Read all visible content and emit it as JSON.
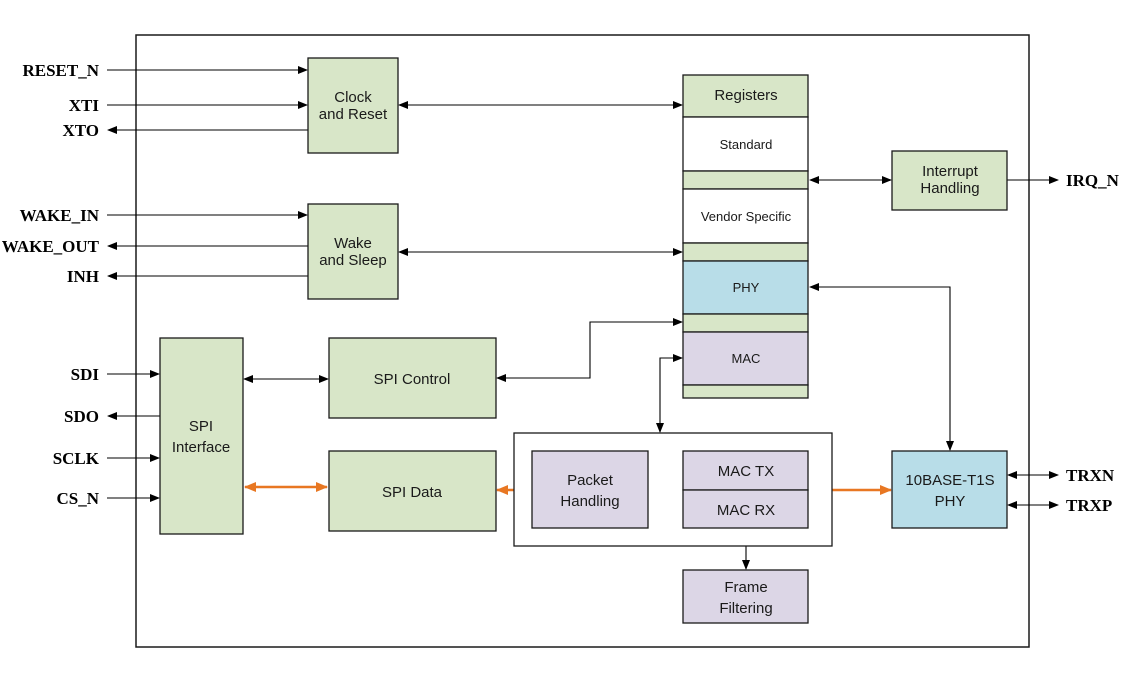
{
  "colors": {
    "green_block": "#d8e6c8",
    "blue_block": "#b8dde8",
    "purple_block": "#dcd6e6",
    "white_block": "#ffffff",
    "data_path": "#e87722",
    "control_path": "#000000"
  },
  "pins": {
    "reset_n": "RESET_N",
    "xti": "XTI",
    "xto": "XTO",
    "wake_in": "WAKE_IN",
    "wake_out": "WAKE_OUT",
    "inh": "INH",
    "sdi": "SDI",
    "sdo": "SDO",
    "sclk": "SCLK",
    "cs_n": "CS_N",
    "irq_n": "IRQ_N",
    "trxn": "TRXN",
    "trxp": "TRXP"
  },
  "blocks": {
    "clock_reset": [
      "Clock",
      "and Reset"
    ],
    "wake_sleep": [
      "Wake",
      "and Sleep"
    ],
    "spi_interface": [
      "SPI",
      "Interface"
    ],
    "spi_control": "SPI Control",
    "spi_data": "SPI Data",
    "registers": {
      "title": "Registers",
      "standard": "Standard",
      "vendor_specific": "Vendor Specific",
      "phy": "PHY",
      "mac": "MAC"
    },
    "interrupt_handling": [
      "Interrupt",
      "Handling"
    ],
    "packet_handling": [
      "Packet",
      "Handling"
    ],
    "mac_tx": "MAC TX",
    "mac_rx": "MAC RX",
    "frame_filtering": [
      "Frame",
      "Filtering"
    ],
    "phy_10base": [
      "10BASE-T1S",
      "PHY"
    ]
  }
}
